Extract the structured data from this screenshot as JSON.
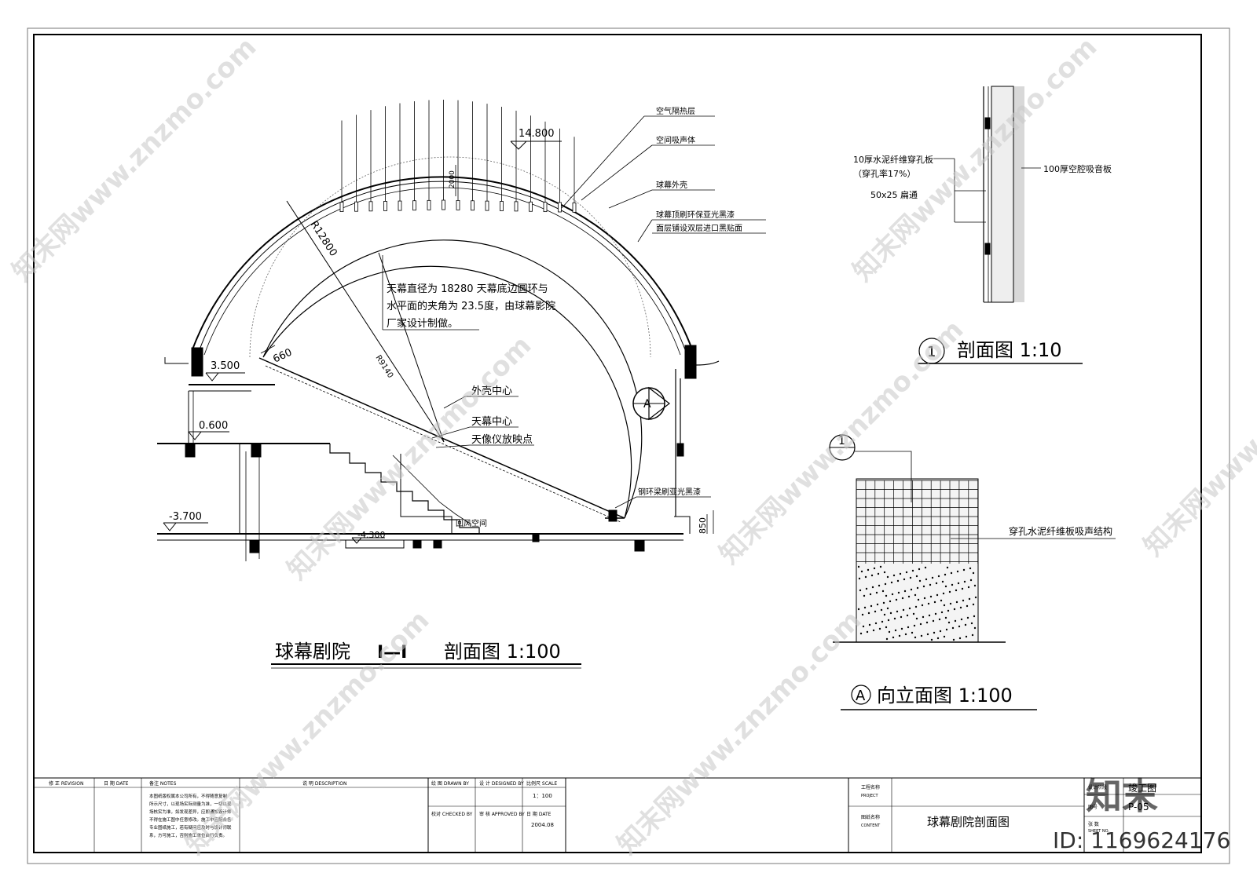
{
  "main_section": {
    "title": "球幕剧院",
    "section_mark": "Ⅰ—Ⅰ",
    "subtitle": "剖面图  1:100",
    "elevations": [
      "14.800",
      "3.500",
      "0.600",
      "-3.700",
      "-4.300"
    ],
    "dims": {
      "r_outer": "R12800",
      "r_inner": "R9140",
      "d660": "660",
      "d2000": "2000",
      "d850": "850"
    },
    "callouts": [
      "空气隔热层",
      "空间吸声体",
      "球幕外壳",
      "球幕顶刷环保亚光黑漆",
      "面层铺设双层进口黑贴面"
    ],
    "note_lines": [
      "天幕直径为 18280 天幕底边圆环与",
      "水平面的夹角为 23.5度，由球幕影院",
      "厂家设计制做。"
    ],
    "center_labels": [
      "外壳中心",
      "天幕中心",
      "天像仪放映点"
    ],
    "steel_label": "钢环梁刷亚光黑漆",
    "return_air": "回风空间",
    "marker_a": "A"
  },
  "detail1": {
    "num": "1",
    "title": "剖面图  1:10",
    "left_labels": [
      "10厚水泥纤维穿孔板",
      "（穿孔率17%）",
      "50x25  扁通"
    ],
    "right_label": "100厚空腔吸音板"
  },
  "elevation_a": {
    "marker": "A",
    "title": "向立面图  1:100",
    "callout_num": "1",
    "label": "穿孔水泥纤维板吸声结构"
  },
  "title_block": {
    "revision": "修 正 REVISION",
    "date": "日 期  DATE",
    "notes": "备注 NOTES",
    "description": "说 明  DESCRIPTION",
    "note_text": [
      "本图纸版权属本公司所有，不得随意复制",
      "所示尺寸，以现场实际测量为准，一切以现",
      "场核实为准，如发现差异，应即通知设计师",
      "不得在施工图中任意修改。施工中应配合各",
      "专业图纸施工，若有疑问应及时与设计师联",
      "系，方可施工，否则施工单位自行负责。"
    ],
    "drawn_by": "绘 图  DRAWN BY",
    "designed_by": "设 计  DESIGNED BY",
    "scale_label": "比例尺 SCALE",
    "scale_value": "1：100",
    "checked_by": "校对  CHECKED BY",
    "approved_by": "审 核 APPROVED BY",
    "date_label": "日 期  DATE",
    "date_value": "2004.08",
    "project_label": "工程名称",
    "project_en": "PROJECT",
    "content_label": "图纸名称",
    "content_en": "CONTENT",
    "content_value": "球幕剧院剖面图",
    "stage_label": "设计阶段",
    "stage_value": "竣工图",
    "drawing_no_label": "图号",
    "drawing_no": "P-05",
    "sheet_label": "张 数",
    "sheet_en": "SHEET NO."
  },
  "watermark": {
    "text": "知末网www.znzmo.com",
    "logo": "知末",
    "id": "ID: 1169624176"
  }
}
